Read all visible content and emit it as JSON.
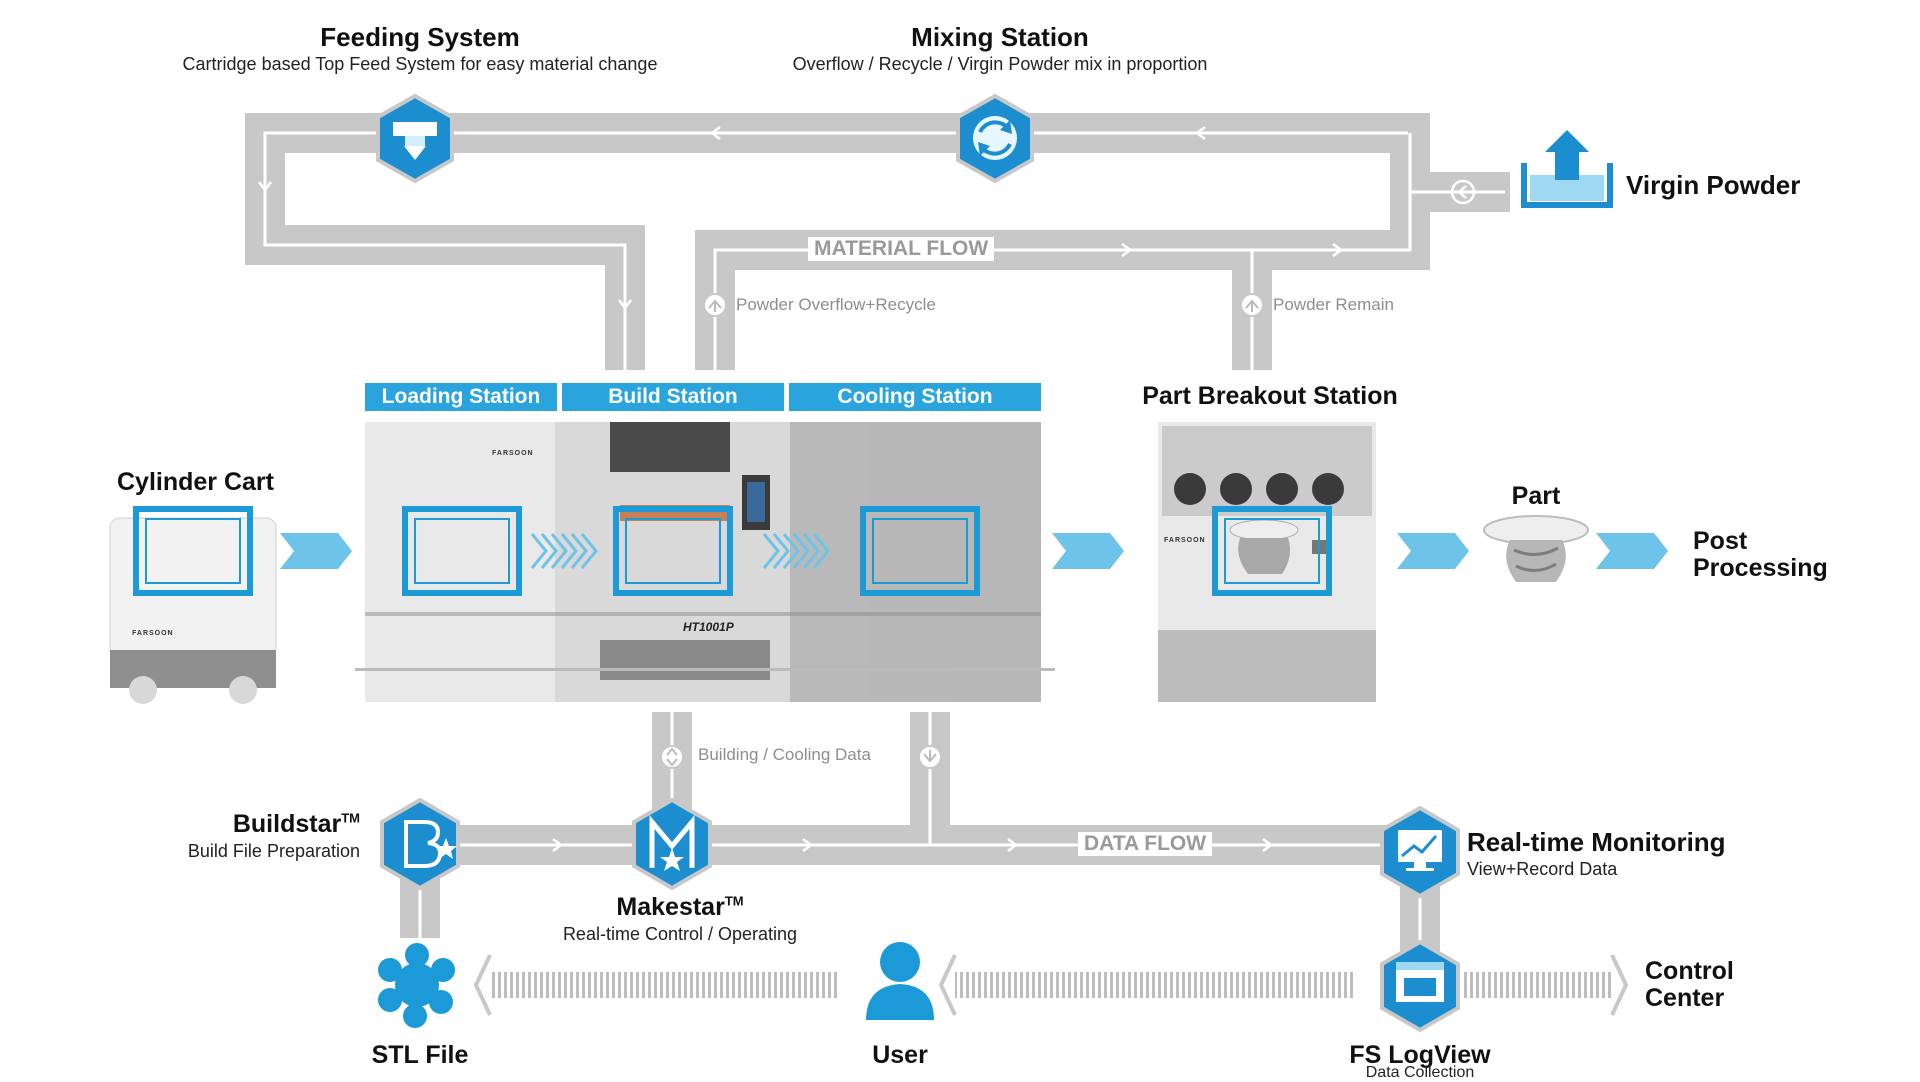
{
  "feeding": {
    "title": "Feeding System",
    "sub": "Cartridge based Top Feed System for easy material change"
  },
  "mixing": {
    "title": "Mixing Station",
    "sub": "Overflow / Recycle / Virgin Powder mix in proportion"
  },
  "virgin_powder": "Virgin Powder",
  "material_flow": "MATERIAL FLOW",
  "powder_overflow": "Powder Overflow+Recycle",
  "powder_remain": "Powder Remain",
  "stations": {
    "loading": "Loading Station",
    "build": "Build Station",
    "cooling": "Cooling Station"
  },
  "part_breakout": "Part Breakout Station",
  "cylinder_cart": "Cylinder Cart",
  "part": "Part",
  "post_processing": [
    "Post",
    "Processing"
  ],
  "building_cooling_data": "Building / Cooling Data",
  "data_flow": "DATA FLOW",
  "buildstar": {
    "title": "Buildstar",
    "tm": "TM",
    "sub": "Build File Preparation"
  },
  "makestar": {
    "title": "Makestar",
    "tm": "TM",
    "sub": "Real-time Control / Operating"
  },
  "monitoring": {
    "title": "Real-time Monitoring",
    "sub": "View+Record Data"
  },
  "stl": "STL File",
  "user": "User",
  "logview": {
    "title": "FS LogView",
    "sub": "Data Collection"
  },
  "control_center": [
    "Control",
    "Center"
  ],
  "machine_brand": "FARSOON",
  "machine_model": "HT1001P",
  "colors": {
    "accent": "#2aa4dc",
    "pipe": "#c8c8c8",
    "chevron": "#6ec3e8"
  }
}
